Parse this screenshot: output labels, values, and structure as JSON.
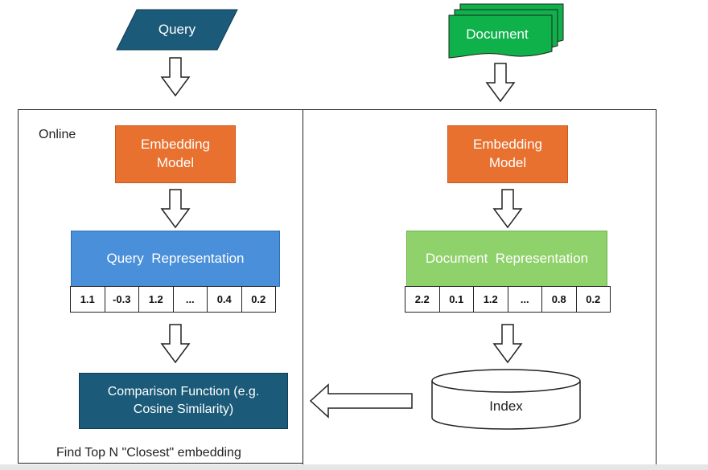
{
  "query": {
    "label": "Query"
  },
  "document": {
    "label": "Document"
  },
  "online_panel": {
    "title": "Online",
    "embedding_model": "Embedding\nModel",
    "representation": "Query  Representation",
    "vector": [
      "1.1",
      "-0.3",
      "1.2",
      "...",
      "0.4",
      "0.2"
    ],
    "comparison": "Comparison Function (e.g.\nCosine Similarity)",
    "footer": "Find Top N \"Closest\" embedding"
  },
  "offline_panel": {
    "embedding_model": "Embedding\nModel",
    "representation": "Document  Representation",
    "vector": [
      "2.2",
      "0.1",
      "1.2",
      "...",
      "0.8",
      "0.2"
    ],
    "index": "Index"
  },
  "colors": {
    "navy": "#1b5a78",
    "orange": "#e8712f",
    "blue": "#4a8fd9",
    "green": "#8fd16a",
    "doc_green": "#0fb14a"
  }
}
